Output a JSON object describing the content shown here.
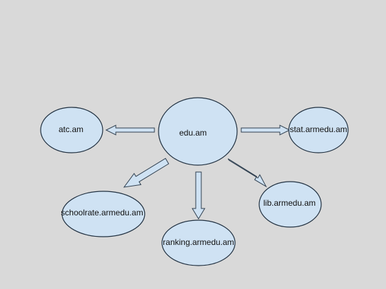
{
  "diagram": {
    "nodes": {
      "center": {
        "label": "edu.am"
      },
      "atc": {
        "label": "atc.am"
      },
      "stat": {
        "label": "stat.armedu.am"
      },
      "schoolrate": {
        "label": "schoolrate.armedu.am"
      },
      "ranking": {
        "label": "ranking.armedu.am"
      },
      "lib": {
        "label": "lib.armedu.am"
      }
    },
    "edges": [
      {
        "from": "center",
        "to": "atc"
      },
      {
        "from": "center",
        "to": "stat"
      },
      {
        "from": "center",
        "to": "schoolrate"
      },
      {
        "from": "center",
        "to": "ranking"
      },
      {
        "from": "center",
        "to": "lib"
      }
    ],
    "colors": {
      "background": "#d9d9d9",
      "node_fill": "#cfe2f3",
      "node_stroke": "#1f2f3f"
    }
  }
}
